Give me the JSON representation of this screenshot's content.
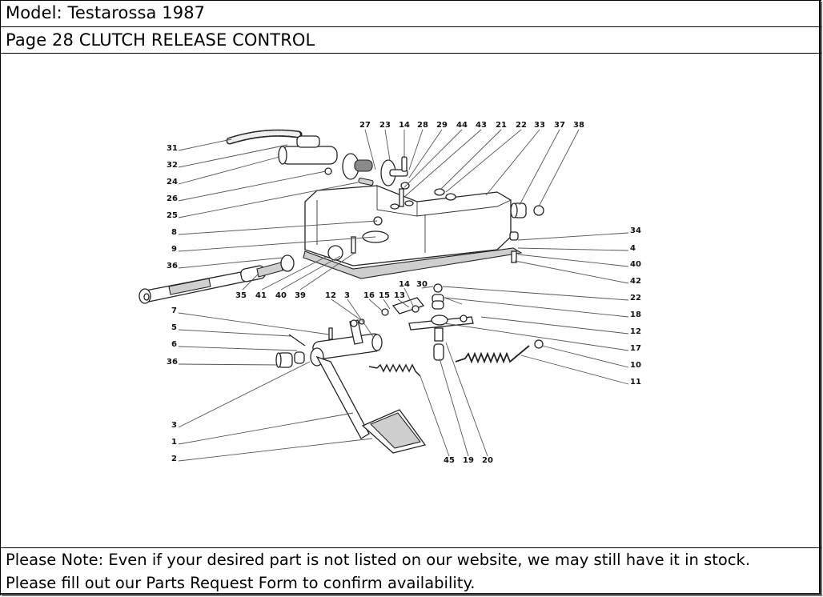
{
  "header": {
    "model_line": "Model: Testarossa 1987",
    "page_line": "Page 28  CLUTCH RELEASE CONTROL"
  },
  "diagram": {
    "title": "Clutch release control exploded view",
    "callouts": {
      "left": [
        "31",
        "32",
        "24",
        "26",
        "25",
        "8",
        "9",
        "36"
      ],
      "top": [
        "27",
        "23",
        "14",
        "28",
        "29",
        "44",
        "43",
        "21",
        "22",
        "33",
        "37",
        "38"
      ],
      "right": [
        "34",
        "4",
        "40",
        "42",
        "22",
        "18",
        "12",
        "17",
        "10",
        "11"
      ],
      "mid_row": [
        "35",
        "41",
        "40",
        "39",
        "12",
        "3",
        "16",
        "15",
        "13",
        "14",
        "30"
      ],
      "lower_left": [
        "7",
        "5",
        "6",
        "36",
        "3",
        "1",
        "2"
      ],
      "bottom": [
        "45",
        "19",
        "20"
      ]
    }
  },
  "note": {
    "line1": "Please Note: Even if your desired part is not listed on our website, we may still have it in stock.",
    "line2": "Please fill out our Parts Request Form to confirm availability."
  }
}
